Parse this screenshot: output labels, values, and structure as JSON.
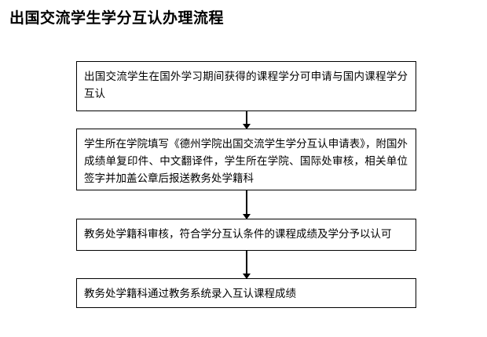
{
  "document": {
    "title": "出国交流学生学分互认办理流程"
  },
  "flowchart": {
    "type": "vertical-flowchart",
    "step_count": 4,
    "connector_count": 3,
    "box_fill_color": "#ffffff",
    "box_border_color": "#000000",
    "text_color": "#000000",
    "background_color": "#ffffff",
    "steps": [
      {
        "index": 1,
        "text": "出国交流学生在国外学习期间获得的课程学分可申请与国内课程学分互认"
      },
      {
        "index": 2,
        "text": "学生所在学院填写《德州学院出国交流学生学分互认申请表》，附国外成绩单复印件、中文翻译件，学生所在学院、国际处审核，相关单位签字并加盖公章后报送教务处学籍科"
      },
      {
        "index": 3,
        "text": "教务处学籍科审核，符合学分互认条件的课程成绩及学分予以认可"
      },
      {
        "index": 4,
        "text": "教务处学籍科通过教务系统录入互认课程成绩"
      }
    ],
    "connectors": [
      {
        "index": 1,
        "from_step": 1,
        "to_step": 2,
        "arrow": "down-arrow-icon"
      },
      {
        "index": 2,
        "from_step": 2,
        "to_step": 3,
        "arrow": "down-arrow-icon"
      },
      {
        "index": 3,
        "from_step": 3,
        "to_step": 4,
        "arrow": "down-arrow-icon"
      }
    ]
  }
}
